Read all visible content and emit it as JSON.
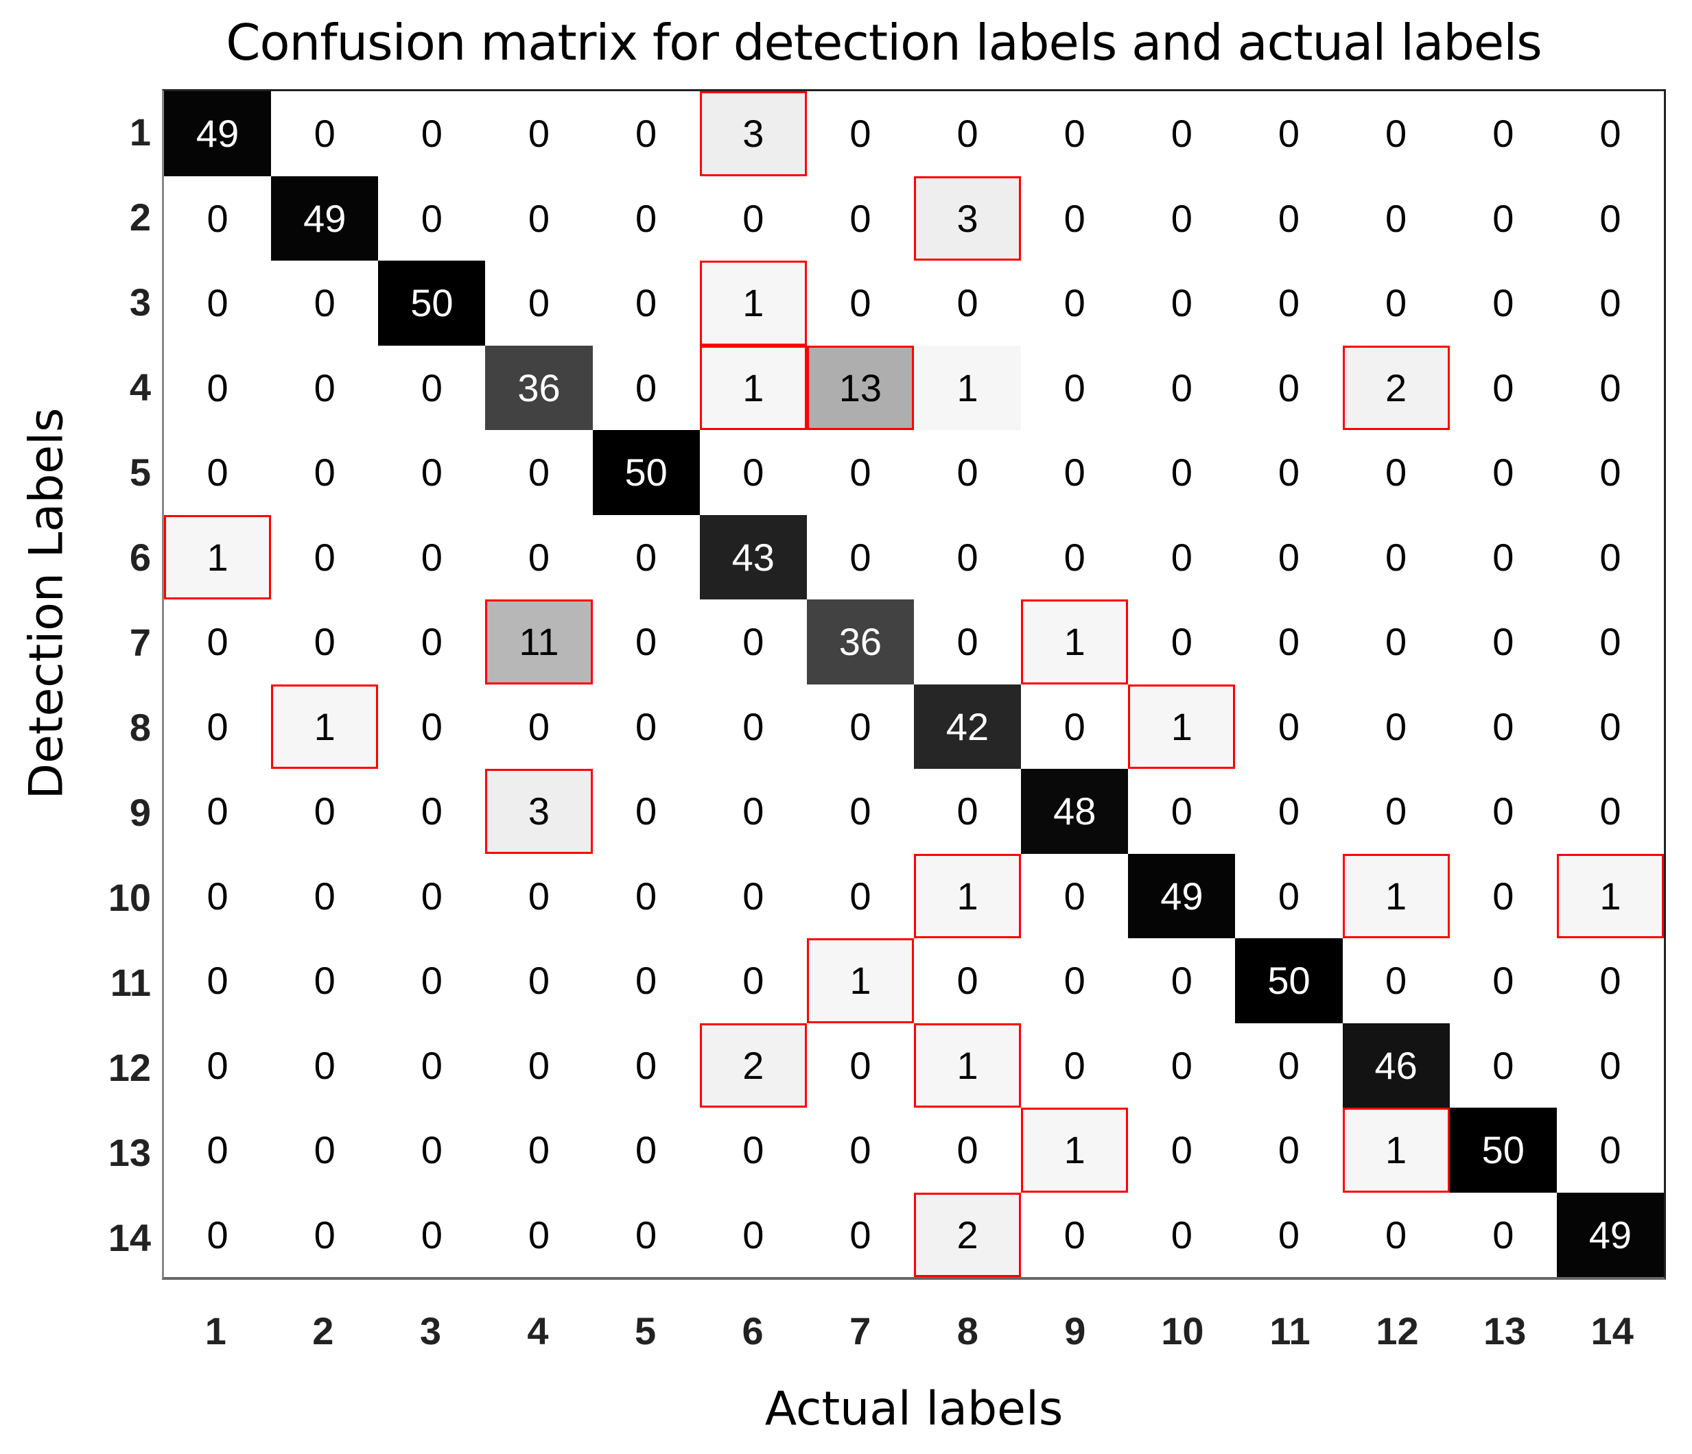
{
  "chart_data": {
    "type": "heatmap",
    "title": "Confusion matrix for detection labels and actual labels",
    "xlabel": "Actual labels",
    "ylabel": "Detection Labels",
    "x_ticks": [
      "1",
      "2",
      "3",
      "4",
      "5",
      "6",
      "7",
      "8",
      "9",
      "10",
      "11",
      "12",
      "13",
      "14"
    ],
    "y_ticks": [
      "1",
      "2",
      "3",
      "4",
      "5",
      "6",
      "7",
      "8",
      "9",
      "10",
      "11",
      "12",
      "13",
      "14"
    ],
    "colormap": "grayscale (white = 0, black = 50)",
    "grid": false,
    "matrix": [
      [
        49,
        0,
        0,
        0,
        0,
        3,
        0,
        0,
        0,
        0,
        0,
        0,
        0,
        0
      ],
      [
        0,
        49,
        0,
        0,
        0,
        0,
        0,
        3,
        0,
        0,
        0,
        0,
        0,
        0
      ],
      [
        0,
        0,
        50,
        0,
        0,
        1,
        0,
        0,
        0,
        0,
        0,
        0,
        0,
        0
      ],
      [
        0,
        0,
        0,
        36,
        0,
        1,
        13,
        1,
        0,
        0,
        0,
        2,
        0,
        0
      ],
      [
        0,
        0,
        0,
        0,
        50,
        0,
        0,
        0,
        0,
        0,
        0,
        0,
        0,
        0
      ],
      [
        1,
        0,
        0,
        0,
        0,
        43,
        0,
        0,
        0,
        0,
        0,
        0,
        0,
        0
      ],
      [
        0,
        0,
        0,
        11,
        0,
        0,
        36,
        0,
        1,
        0,
        0,
        0,
        0,
        0
      ],
      [
        0,
        1,
        0,
        0,
        0,
        0,
        0,
        42,
        0,
        1,
        0,
        0,
        0,
        0
      ],
      [
        0,
        0,
        0,
        3,
        0,
        0,
        0,
        0,
        48,
        0,
        0,
        0,
        0,
        0
      ],
      [
        0,
        0,
        0,
        0,
        0,
        0,
        0,
        1,
        0,
        49,
        0,
        1,
        0,
        1
      ],
      [
        0,
        0,
        0,
        0,
        0,
        0,
        1,
        0,
        0,
        0,
        50,
        0,
        0,
        0
      ],
      [
        0,
        0,
        0,
        0,
        0,
        2,
        0,
        1,
        0,
        0,
        0,
        46,
        0,
        0
      ],
      [
        0,
        0,
        0,
        0,
        0,
        0,
        0,
        0,
        1,
        0,
        0,
        1,
        50,
        0
      ],
      [
        0,
        0,
        0,
        0,
        0,
        0,
        0,
        2,
        0,
        0,
        0,
        0,
        0,
        49
      ]
    ],
    "highlighted_cells": [
      [
        1,
        6
      ],
      [
        2,
        8
      ],
      [
        3,
        6
      ],
      [
        4,
        6
      ],
      [
        4,
        7
      ],
      [
        4,
        12
      ],
      [
        6,
        1
      ],
      [
        7,
        4
      ],
      [
        7,
        9
      ],
      [
        8,
        2
      ],
      [
        8,
        10
      ],
      [
        9,
        4
      ],
      [
        10,
        8
      ],
      [
        10,
        12
      ],
      [
        10,
        14
      ],
      [
        11,
        7
      ],
      [
        12,
        6
      ],
      [
        12,
        8
      ],
      [
        13,
        9
      ],
      [
        13,
        12
      ],
      [
        14,
        8
      ]
    ],
    "highlight_color": "#ff0000"
  }
}
